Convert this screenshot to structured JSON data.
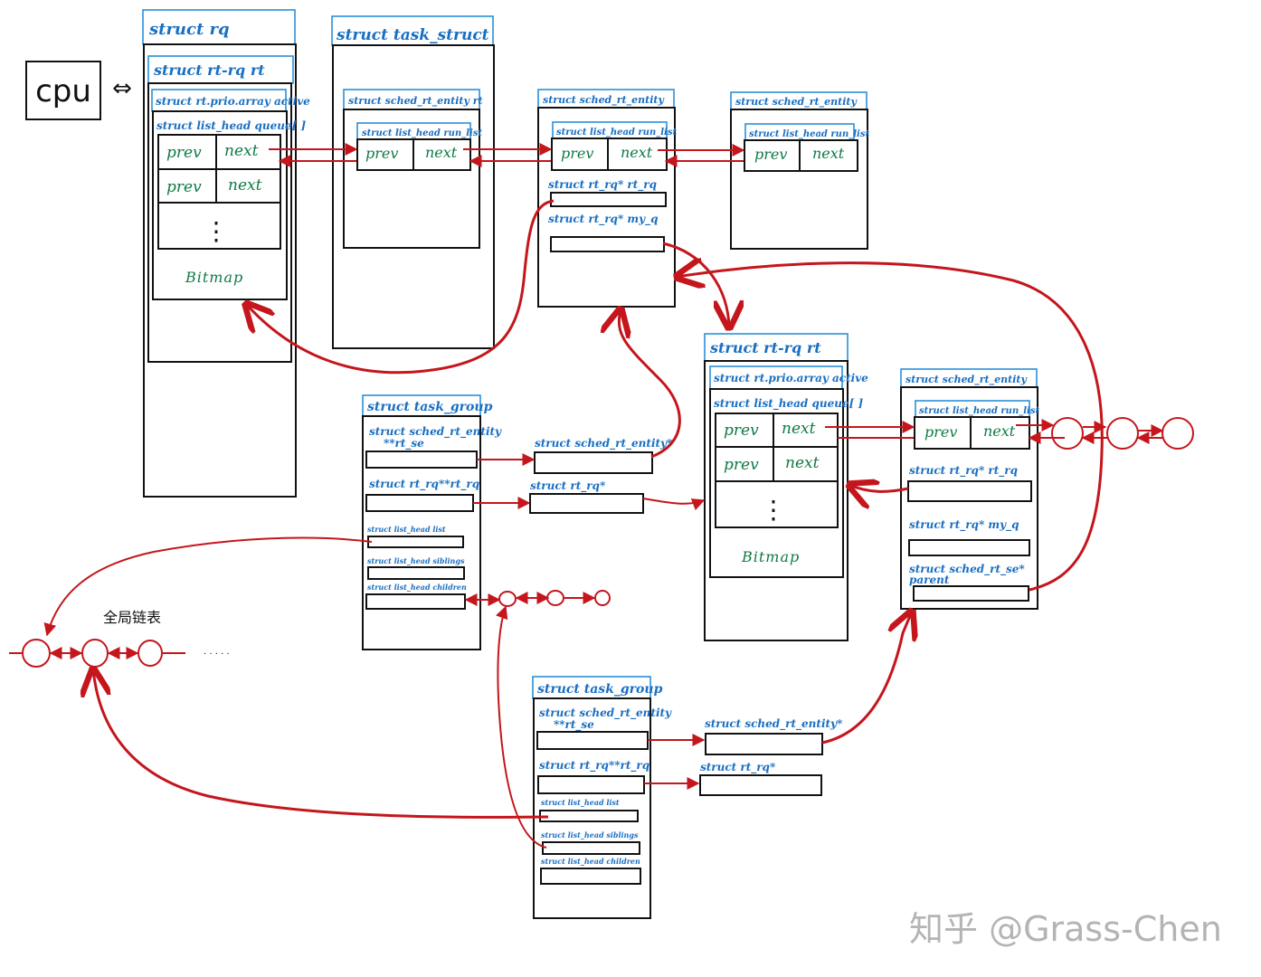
{
  "labels": {
    "cpu": "cpu",
    "cpu_arrow": "⇔",
    "struct_rq": "struct  rq",
    "struct_rt_rq_rt": "struct  rt-rq  rt",
    "rt_prio_array_active": "struct  rt.prio.array  active",
    "list_head_queue": "struct  list_head  queue[ ]",
    "prev": "prev",
    "next": "next",
    "ellipsis": "⋮",
    "bitmap": "Bitmap",
    "struct_task_struct": "struct   task_struct",
    "sched_rt_entity_rt": "struct  sched_rt_entity rt",
    "sched_rt_entity": "struct  sched_rt_entity",
    "list_head_run_list": "struct  list_head  run_list",
    "rt_rq_ptr_rt_rq": "struct  rt_rq*  rt_rq",
    "rt_rq_ptr_my_q": "struct  rt_rq*  my_q",
    "sched_rt_se_parent": "struct  sched_rt_se*",
    "parent": "parent",
    "struct_task_group": "struct   task_group",
    "tg_rt_se": "struct  sched_rt_entity",
    "tg_rt_se2": "**rt_se",
    "tg_rt_rq": "struct  rt_rq**rt_rq",
    "tg_list": "struct    list_head  list",
    "tg_siblings": "struct    list_head  siblings",
    "tg_children": "struct    list_head  children",
    "sched_rt_entity_ptr": "struct  sched_rt_entity*",
    "rt_rq_ptr": "struct  rt_rq*",
    "global_list": "全局链表",
    "dots": "· · · · ·",
    "watermark": "知乎 @Grass-Chen"
  },
  "colors": {
    "header_blue": "#1a6fc2",
    "field_green": "#0f7a45",
    "arrow_red": "#c4161c"
  }
}
